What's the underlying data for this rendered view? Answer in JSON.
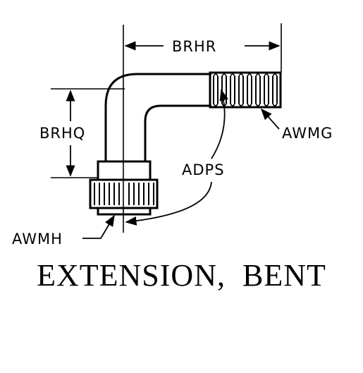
{
  "diagram": {
    "title": "EXTENSION,  BENT",
    "labels": {
      "brhr": "BRHR",
      "brhq": "BRHQ",
      "awmg": "AWMG",
      "adps": "ADPS",
      "awmh": "AWMH"
    }
  },
  "colors": {
    "line": "#000000",
    "background": "#ffffff"
  }
}
